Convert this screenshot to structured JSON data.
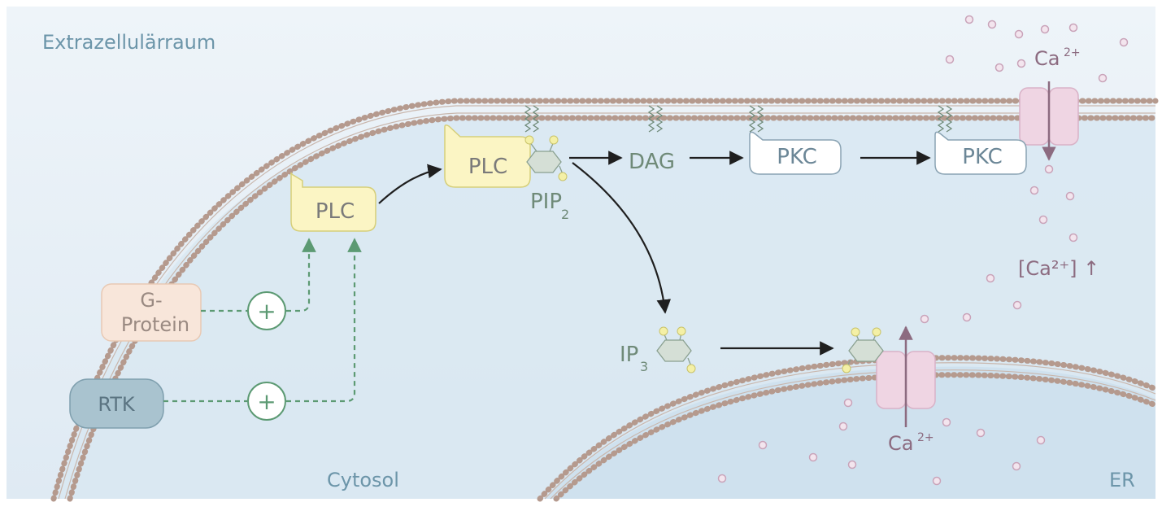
{
  "regions": {
    "extracellular": "Extrazellulärraum",
    "cytosol": "Cytosol",
    "er": "ER"
  },
  "nodes": {
    "plc_inactive": "PLC",
    "plc_active": "PLC",
    "g_protein_line1": "G-",
    "g_protein_line2": "Protein",
    "rtk": "RTK",
    "pkc_1": "PKC",
    "pkc_2": "PKC",
    "dag": "DAG",
    "pip2_main": "PIP",
    "pip2_sub": "2",
    "ip3_main": "IP",
    "ip3_sub": "3",
    "plus_1": "+",
    "plus_2": "+"
  },
  "calcium": {
    "ca_top_main": "Ca",
    "ca_top_sup": "2+",
    "ca_bottom_main": "Ca",
    "ca_bottom_sup": "2+",
    "conc_label": "[Ca²⁺] ↑"
  },
  "colors": {
    "background": "#e6f0f7",
    "membrane_head": "#b59a8e",
    "plc_fill": "#fbf5c4",
    "plc_stroke": "#d6cf7a",
    "gprotein_fill": "#f8e6da",
    "rtk_fill": "#a9c3cf",
    "pkc_fill": "#ffffff",
    "channel_fill": "#efd5e3",
    "calcium_dot": "#c9a3b9",
    "dashed_green": "#5c9a73",
    "label_blue": "#6c95a9",
    "label_green": "#6f8a78",
    "label_purple": "#8c6b80"
  }
}
